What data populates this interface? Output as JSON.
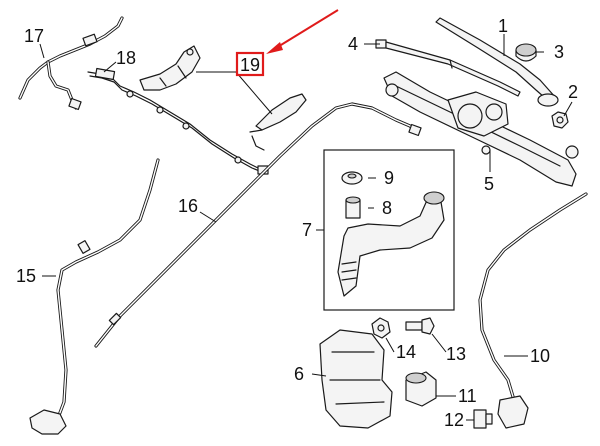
{
  "callouts": {
    "c1": "1",
    "c2": "2",
    "c3": "3",
    "c4": "4",
    "c5": "5",
    "c6": "6",
    "c7": "7",
    "c8": "8",
    "c9": "9",
    "c10": "10",
    "c11": "11",
    "c12": "12",
    "c13": "13",
    "c14": "14",
    "c15": "15",
    "c16": "16",
    "c17": "17",
    "c18": "18",
    "c19": "19"
  },
  "colors": {
    "highlight": "#e01b1b",
    "line": "#1a1a1a",
    "background": "#ffffff"
  }
}
